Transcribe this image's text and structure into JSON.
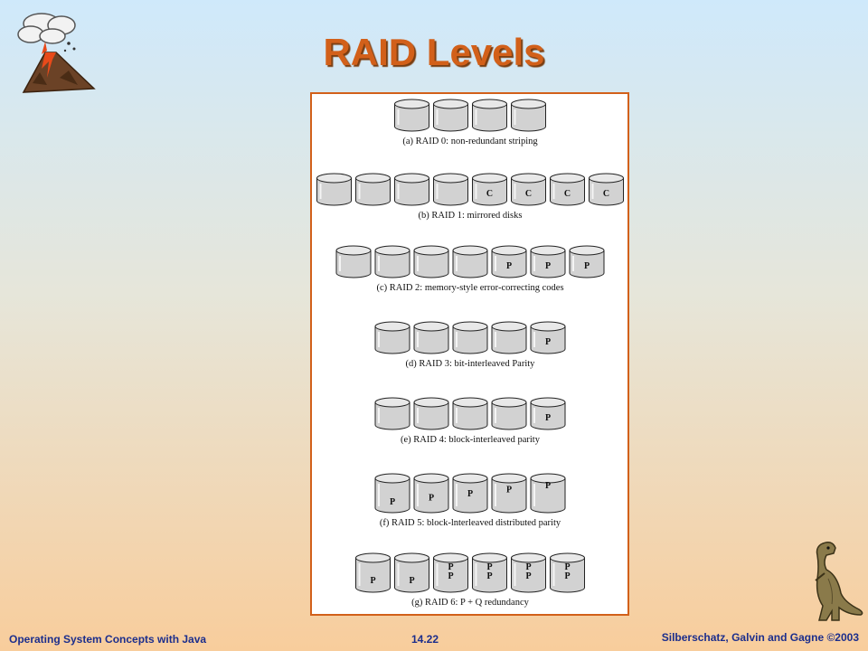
{
  "slide": {
    "title": "RAID Levels",
    "footer_left": "Operating System Concepts with Java",
    "footer_center": "14.22",
    "footer_right": "Silberschatz, Galvin and Gagne ©2003"
  },
  "figure": {
    "rows": [
      {
        "caption": "(a) RAID 0: non-redundant striping",
        "disks": [
          [],
          [],
          [],
          []
        ]
      },
      {
        "caption": "(b) RAID 1: mirrored disks",
        "disks": [
          [],
          [],
          [],
          [],
          [
            "C"
          ],
          [
            "C"
          ],
          [
            "C"
          ],
          [
            "C"
          ]
        ]
      },
      {
        "caption": "(c) RAID 2: memory-style error-correcting codes",
        "disks": [
          [],
          [],
          [],
          [],
          [
            "P"
          ],
          [
            "P"
          ],
          [
            "P"
          ]
        ]
      },
      {
        "caption": "(d) RAID 3: bit-interleaved Parity",
        "disks": [
          [],
          [],
          [],
          [],
          [
            "P"
          ]
        ]
      },
      {
        "caption": "(e) RAID 4: block-interleaved parity",
        "disks": [
          [],
          [],
          [],
          [],
          [
            "P"
          ]
        ]
      },
      {
        "caption": "(f) RAID 5: block-lnterleaved distributed parity",
        "disks": [
          [
            "P"
          ],
          [
            "P"
          ],
          [
            "P"
          ],
          [
            "P"
          ],
          [
            "P"
          ]
        ]
      },
      {
        "caption": "(g) RAID 6: P + Q redundancy",
        "disks": [
          [
            "P"
          ],
          [
            "P"
          ],
          [
            "P",
            "P"
          ],
          [
            "P",
            "P"
          ],
          [
            "P",
            "P"
          ],
          [
            "P",
            "P"
          ]
        ]
      }
    ]
  },
  "icons": {
    "top_left": "volcano-icon",
    "bottom_right": "dinosaur-icon"
  },
  "colors": {
    "title": "#d2601a",
    "footer": "#1c2e8c",
    "frame": "#d2601a"
  }
}
